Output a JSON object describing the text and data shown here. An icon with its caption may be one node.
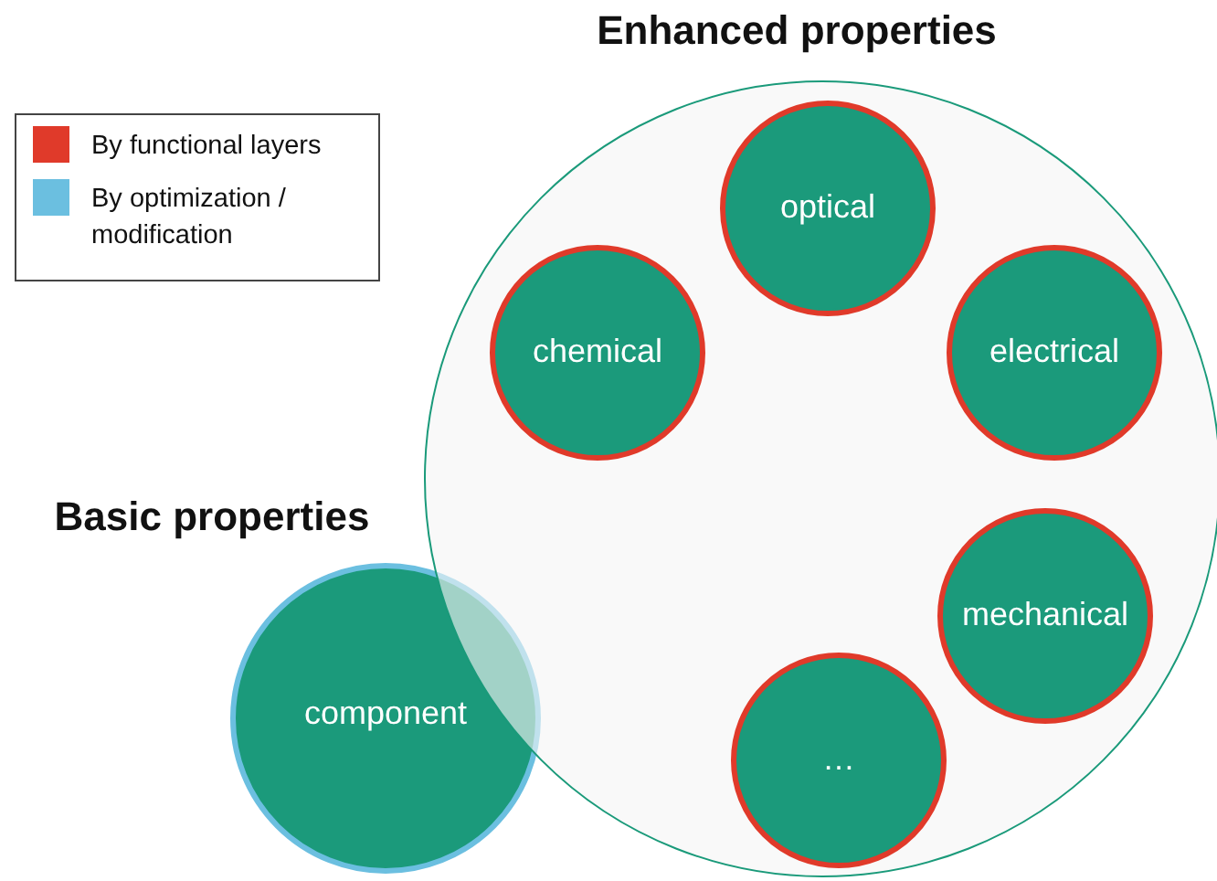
{
  "diagram": {
    "nodes": [
      {
        "text": [
          "Enhanced properties"
        ]
      },
      {
        "text": [
          "optical"
        ],
        "in": 0
      },
      {
        "text": [
          "chemical"
        ],
        "in": 0
      },
      {
        "text": [
          "electrical"
        ],
        "in": 0
      },
      {
        "text": [
          "mechanical"
        ],
        "in": 0
      },
      {
        "text": [
          "…"
        ],
        "in": 0
      },
      {
        "text": [
          "Basic properties",
          "component"
        ]
      }
    ],
    "edges": [],
    "legend": [
      {
        "text": "By functional  layers",
        "color": "#e03a2a"
      },
      {
        "text": "By optimization / modification",
        "color": "#6bbfe0"
      }
    ]
  }
}
